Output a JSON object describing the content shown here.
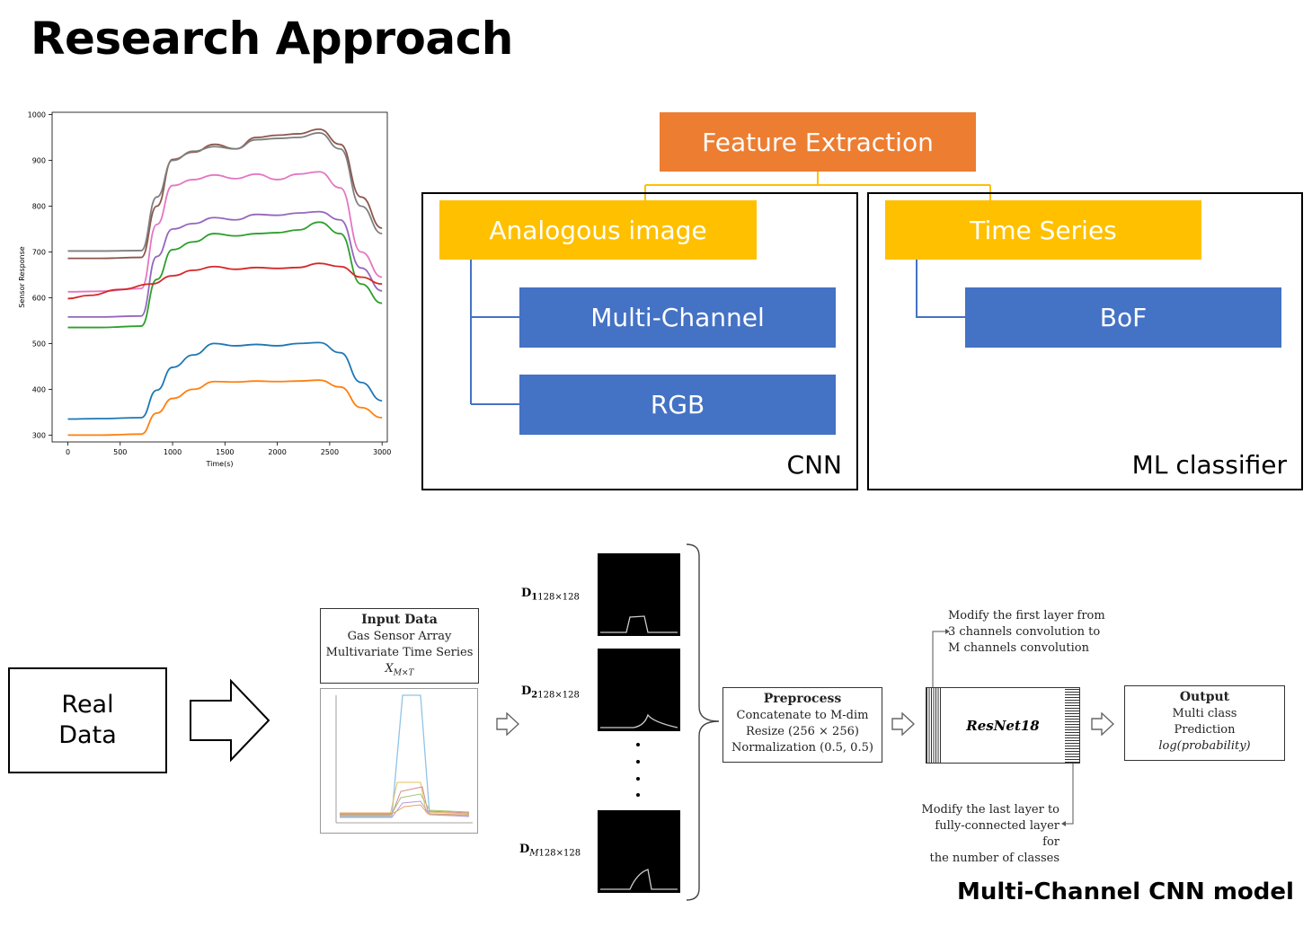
{
  "title": "Research Approach",
  "chart_data": {
    "type": "line",
    "xlabel": "Time(s)",
    "ylabel": "Sensor Response",
    "xlim": [
      -150,
      3050
    ],
    "ylim": [
      285,
      1005
    ],
    "xticks": [
      0,
      500,
      1000,
      1500,
      2000,
      2500,
      3000
    ],
    "yticks": [
      300,
      400,
      500,
      600,
      700,
      800,
      900,
      1000
    ],
    "series": [
      {
        "color": "#8c564b",
        "points": [
          [
            0,
            686
          ],
          [
            300,
            686
          ],
          [
            700,
            688
          ],
          [
            850,
            800
          ],
          [
            1000,
            902
          ],
          [
            1200,
            918
          ],
          [
            1400,
            935
          ],
          [
            1600,
            925
          ],
          [
            1800,
            950
          ],
          [
            2000,
            955
          ],
          [
            2200,
            958
          ],
          [
            2400,
            968
          ],
          [
            2600,
            935
          ],
          [
            2800,
            820
          ],
          [
            3000,
            752
          ]
        ]
      },
      {
        "color": "#7f7f7f",
        "points": [
          [
            0,
            702
          ],
          [
            300,
            702
          ],
          [
            700,
            703
          ],
          [
            850,
            820
          ],
          [
            1000,
            900
          ],
          [
            1200,
            920
          ],
          [
            1400,
            930
          ],
          [
            1600,
            925
          ],
          [
            1800,
            945
          ],
          [
            2000,
            948
          ],
          [
            2200,
            950
          ],
          [
            2400,
            960
          ],
          [
            2600,
            925
          ],
          [
            2800,
            800
          ],
          [
            3000,
            740
          ]
        ]
      },
      {
        "color": "#e377c2",
        "points": [
          [
            0,
            613
          ],
          [
            300,
            614
          ],
          [
            700,
            620
          ],
          [
            850,
            760
          ],
          [
            1000,
            845
          ],
          [
            1200,
            858
          ],
          [
            1400,
            868
          ],
          [
            1600,
            860
          ],
          [
            1800,
            870
          ],
          [
            2000,
            858
          ],
          [
            2200,
            870
          ],
          [
            2400,
            875
          ],
          [
            2600,
            840
          ],
          [
            2800,
            700
          ],
          [
            3000,
            645
          ]
        ]
      },
      {
        "color": "#9467bd",
        "points": [
          [
            0,
            558
          ],
          [
            300,
            558
          ],
          [
            700,
            560
          ],
          [
            850,
            690
          ],
          [
            1000,
            750
          ],
          [
            1200,
            762
          ],
          [
            1400,
            775
          ],
          [
            1600,
            770
          ],
          [
            1800,
            782
          ],
          [
            2000,
            780
          ],
          [
            2200,
            785
          ],
          [
            2400,
            788
          ],
          [
            2600,
            770
          ],
          [
            2800,
            665
          ],
          [
            3000,
            615
          ]
        ]
      },
      {
        "color": "#2ca02c",
        "points": [
          [
            0,
            535
          ],
          [
            300,
            535
          ],
          [
            700,
            538
          ],
          [
            850,
            640
          ],
          [
            1000,
            705
          ],
          [
            1200,
            722
          ],
          [
            1400,
            740
          ],
          [
            1600,
            735
          ],
          [
            1800,
            740
          ],
          [
            2000,
            742
          ],
          [
            2200,
            748
          ],
          [
            2400,
            765
          ],
          [
            2600,
            740
          ],
          [
            2800,
            630
          ],
          [
            3000,
            588
          ]
        ]
      },
      {
        "color": "#d62728",
        "points": [
          [
            0,
            598
          ],
          [
            200,
            605
          ],
          [
            500,
            618
          ],
          [
            800,
            630
          ],
          [
            1000,
            648
          ],
          [
            1200,
            660
          ],
          [
            1400,
            668
          ],
          [
            1600,
            662
          ],
          [
            1800,
            666
          ],
          [
            2000,
            664
          ],
          [
            2200,
            666
          ],
          [
            2400,
            675
          ],
          [
            2600,
            668
          ],
          [
            2800,
            645
          ],
          [
            3000,
            630
          ]
        ]
      },
      {
        "color": "#1f77b4",
        "points": [
          [
            0,
            335
          ],
          [
            300,
            336
          ],
          [
            700,
            338
          ],
          [
            850,
            398
          ],
          [
            1000,
            448
          ],
          [
            1200,
            475
          ],
          [
            1400,
            500
          ],
          [
            1600,
            495
          ],
          [
            1800,
            498
          ],
          [
            2000,
            495
          ],
          [
            2200,
            500
          ],
          [
            2400,
            502
          ],
          [
            2600,
            480
          ],
          [
            2800,
            415
          ],
          [
            3000,
            375
          ]
        ]
      },
      {
        "color": "#ff7f0e",
        "points": [
          [
            0,
            300
          ],
          [
            300,
            300
          ],
          [
            700,
            302
          ],
          [
            850,
            348
          ],
          [
            1000,
            380
          ],
          [
            1200,
            400
          ],
          [
            1400,
            417
          ],
          [
            1600,
            416
          ],
          [
            1800,
            418
          ],
          [
            2000,
            417
          ],
          [
            2200,
            418
          ],
          [
            2400,
            420
          ],
          [
            2600,
            405
          ],
          [
            2800,
            360
          ],
          [
            3000,
            338
          ]
        ]
      }
    ]
  },
  "tree": {
    "root": "Feature Extraction",
    "cnn_branch": "Analogous image",
    "cnn_children": [
      "Multi-Channel",
      "RGB"
    ],
    "cnn_frame_label": "CNN",
    "ml_branch": "Time Series",
    "ml_children": [
      "BoF"
    ],
    "ml_frame_label": "ML classifier"
  },
  "colors": {
    "orange": "#ED7D31",
    "yellow": "#FFC000",
    "blue": "#4472C4"
  },
  "pipeline": {
    "real_data": "Real\nData",
    "input": {
      "title": "Input Data",
      "line1": "Gas Sensor Array",
      "line2": "Multivariate Time Series",
      "symbol": "X",
      "symbol_sub": "M×T"
    },
    "d_labels": [
      {
        "letter": "D",
        "sub": "1",
        "size": "128×128"
      },
      {
        "letter": "D",
        "sub": "2",
        "size": "128×128"
      },
      {
        "letter": "D",
        "sub": "M",
        "size": "128×128"
      }
    ],
    "preprocess": {
      "title": "Preprocess",
      "line1": "Concatenate to M-dim",
      "line2": "Resize (256 × 256)",
      "line3": "Normalization (0.5, 0.5)"
    },
    "resnet": "ResNet18",
    "output": {
      "title": "Output",
      "line1": "Multi class",
      "line2": "Prediction",
      "line3": "log(probability)"
    },
    "note_top": [
      "Modify the first layer from",
      "3 channels convolution to",
      "M channels convolution"
    ],
    "note_bottom": [
      "Modify the last layer to",
      "fully-connected layer for",
      "the number of classes"
    ],
    "caption": "Multi-Channel CNN model"
  }
}
